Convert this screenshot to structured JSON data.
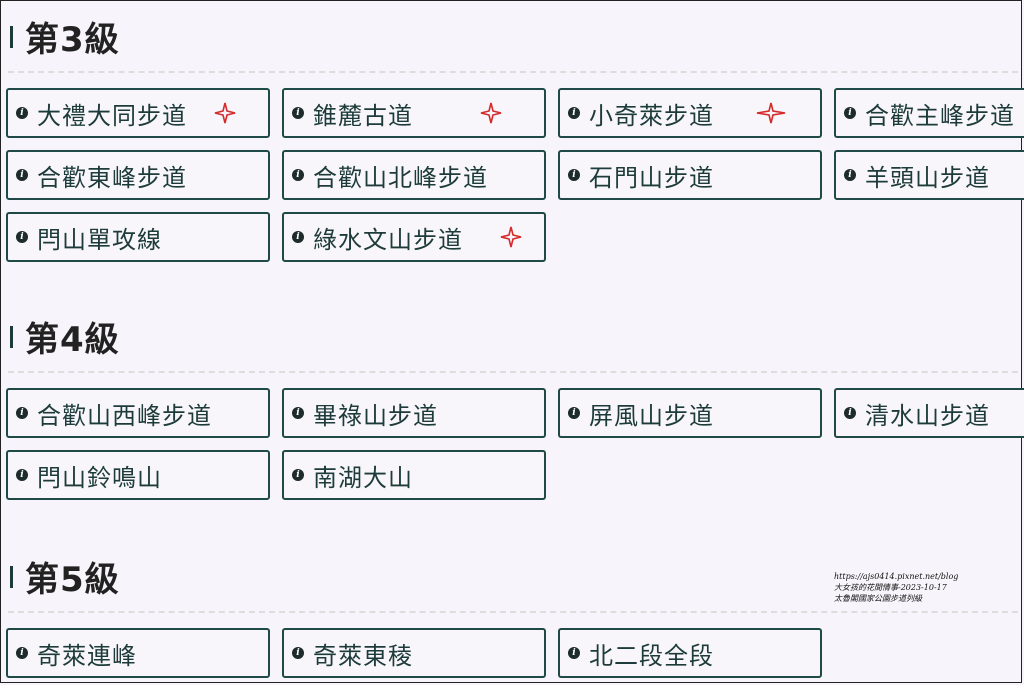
{
  "sections": [
    {
      "heading": "第3級",
      "trails": [
        {
          "label": "大禮大同步道",
          "starred": true
        },
        {
          "label": "錐麓古道",
          "starred": true
        },
        {
          "label": "小奇萊步道",
          "starred": true
        },
        {
          "label": "合歡主峰步道",
          "starred": false
        },
        {
          "label": "合歡東峰步道",
          "starred": false
        },
        {
          "label": "合歡山北峰步道",
          "starred": false
        },
        {
          "label": "石門山步道",
          "starred": false
        },
        {
          "label": "羊頭山步道",
          "starred": false
        },
        {
          "label": "閂山單攻線",
          "starred": false
        },
        {
          "label": "綠水文山步道",
          "starred": true
        }
      ]
    },
    {
      "heading": "第4級",
      "trails": [
        {
          "label": "合歡山西峰步道",
          "starred": false
        },
        {
          "label": "畢祿山步道",
          "starred": false
        },
        {
          "label": "屏風山步道",
          "starred": false
        },
        {
          "label": "清水山步道",
          "starred": false
        },
        {
          "label": "閂山鈴鳴山",
          "starred": false
        },
        {
          "label": "南湖大山",
          "starred": false
        }
      ]
    },
    {
      "heading": "第5級",
      "trails": [
        {
          "label": "奇萊連峰",
          "starred": false
        },
        {
          "label": "奇萊東稜",
          "starred": false
        },
        {
          "label": "北二段全段",
          "starred": false
        }
      ]
    }
  ],
  "watermark": {
    "line1": "https://ajs0414.pixnet.net/blog",
    "line2": "大女孩的花間情事-2023-10-17",
    "line3": "太魯閣國家公園步道列級"
  },
  "colors": {
    "accent": "#1f4a47",
    "star": "#d42a2a",
    "background": "#f7f5fb"
  },
  "icons": {
    "trail_icon": "info-icon",
    "highlight_icon": "four-point-star-icon"
  }
}
